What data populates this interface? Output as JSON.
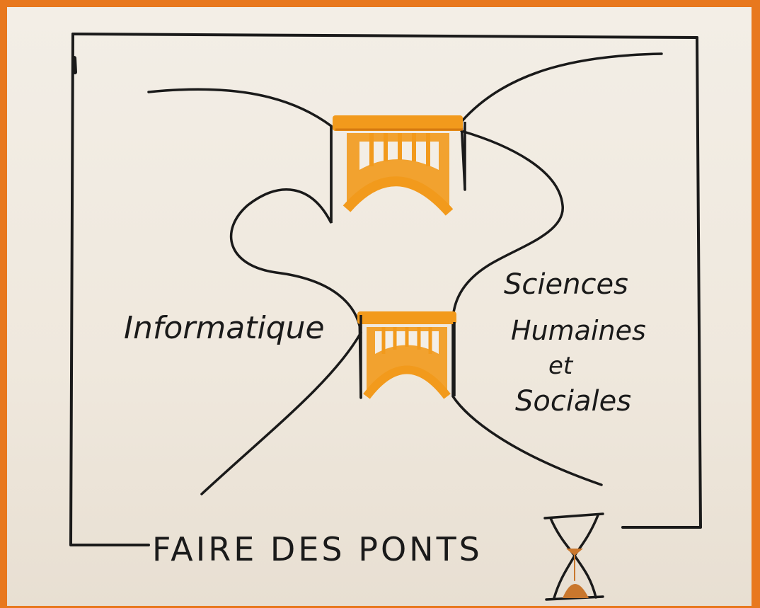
{
  "frame_color": "#e8781e",
  "paper_color": "#f1ebe2",
  "ink_color": "#1a1a1a",
  "bridge_color": "#f29a1c",
  "labels": {
    "left": "Informatique",
    "right_line1": "Sciences",
    "right_line2": "Humaines",
    "right_line3": "et",
    "right_line4": "Sociales",
    "bottom": "FAIRE DES PONTS"
  },
  "icons": {
    "hourglass": "hourglass-icon"
  }
}
